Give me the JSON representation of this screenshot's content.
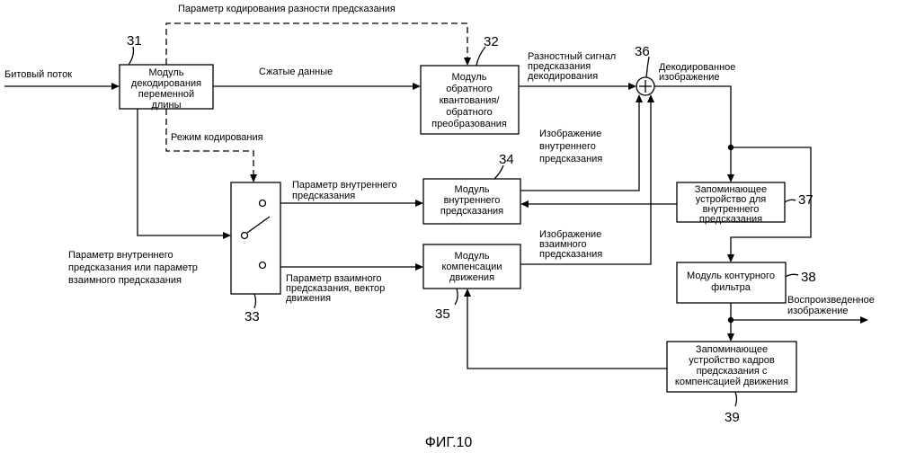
{
  "figure_caption": "ФИГ.10",
  "blocks": {
    "b31": {
      "number": "31",
      "lines": [
        "Модуль",
        "декодирования",
        "переменной",
        "длины"
      ]
    },
    "b32": {
      "number": "32",
      "lines": [
        "Модуль",
        "обратного",
        "квантования/",
        "обратного",
        "преобразования"
      ]
    },
    "b33": {
      "number": "33"
    },
    "b34": {
      "number": "34",
      "lines": [
        "Модуль",
        "внутреннего",
        "предсказания"
      ]
    },
    "b35": {
      "number": "35",
      "lines": [
        "Модуль",
        "компенсации",
        "движения"
      ]
    },
    "b36": {
      "number": "36"
    },
    "b37": {
      "number": "37",
      "lines": [
        "Запоминающее",
        "устройство для",
        "внутреннего",
        "предсказания"
      ]
    },
    "b38": {
      "number": "38",
      "lines": [
        "Модуль контурного",
        "фильтра"
      ]
    },
    "b39": {
      "number": "39",
      "lines": [
        "Запоминающее",
        "устройство кадров",
        "предсказания с",
        "компенсацией движения"
      ]
    }
  },
  "signals": {
    "bitstream": [
      "Битовый поток"
    ],
    "compressed": [
      "Сжатые данные"
    ],
    "pred_diff_param": [
      "Параметр кодирования разности предсказания"
    ],
    "coding_mode": [
      "Режим кодирования"
    ],
    "residual": [
      "Разностный сигнал",
      "предсказания",
      "декодирования"
    ],
    "decoded": [
      "Декодированное",
      "изображение"
    ],
    "intra_image": [
      "Изображение",
      "внутреннего",
      "предсказания"
    ],
    "intra_param": [
      "Параметр внутреннего",
      "предсказания"
    ],
    "inter_image": [
      "Изображение",
      "взаимного",
      "предсказания"
    ],
    "inter_param": [
      "Параметр взаимного",
      "предсказания, вектор",
      "движения"
    ],
    "intra_or_inter": [
      "Параметр внутреннего",
      "предсказания или параметр",
      "взаимного предсказания"
    ],
    "reproduced": [
      "Воспроизведенное",
      "изображение"
    ]
  }
}
